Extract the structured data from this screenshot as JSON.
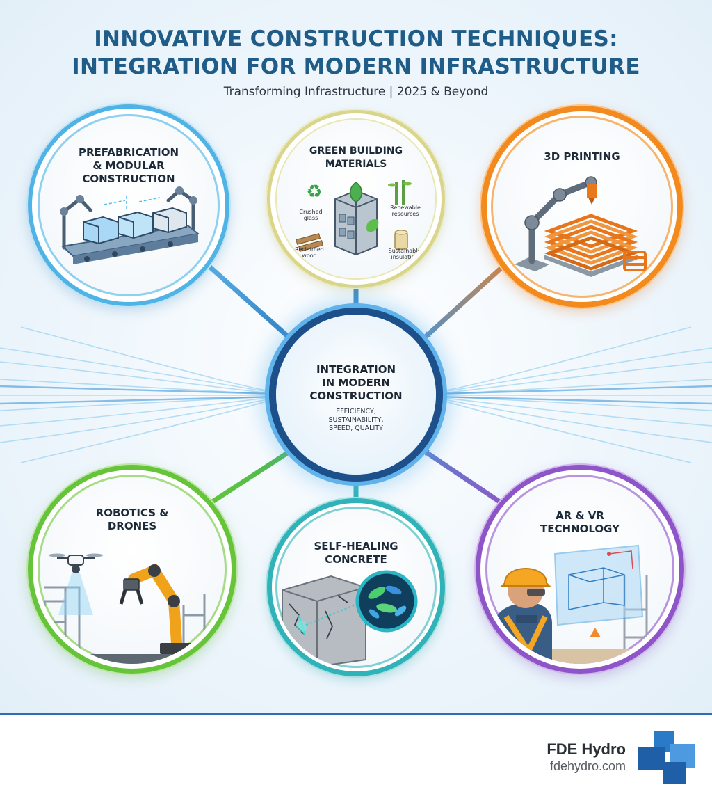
{
  "header": {
    "title_line1": "INNOVATIVE CONSTRUCTION TECHNIQUES:",
    "title_line2": "INTEGRATION FOR MODERN INFRASTRUCTURE",
    "subtitle": "Transforming Infrastructure | 2025 & Beyond"
  },
  "hub": {
    "title": "INTEGRATION\nIN MODERN\nCONSTRUCTION",
    "subtitle": "EFFICIENCY,\nSUSTAINABILITY,\nSPEED, QUALITY"
  },
  "nodes": [
    {
      "id": "prefab",
      "label": "PREFABRICATION\n& MODULAR\nCONSTRUCTION",
      "color": "#4fb3e6",
      "icon": "modular-assembly-icon"
    },
    {
      "id": "green",
      "label": "GREEN BUILDING\nMATERIALS",
      "color": "#d9d68c",
      "icon": "eco-building-icon",
      "items": [
        "Crushed\nglass",
        "Renewable\nresources",
        "Reclaimed\nwood",
        "Sustainable\ninsulation"
      ]
    },
    {
      "id": "printing",
      "label": "3D PRINTING",
      "color": "#f28a1e",
      "icon": "3d-printer-robot-icon"
    },
    {
      "id": "robotics",
      "label": "ROBOTICS &\nDRONES",
      "color": "#66c43a",
      "icon": "drone-robot-arm-icon"
    },
    {
      "id": "concrete",
      "label": "SELF-HEALING\nCONCRETE",
      "color": "#2fb3b8",
      "icon": "bacteria-concrete-icon"
    },
    {
      "id": "arvr",
      "label": "AR & VR\nTECHNOLOGY",
      "color": "#8e55c9",
      "icon": "ar-worker-icon"
    }
  ],
  "brand": {
    "name": "FDE Hydro",
    "url": "fdehydro.com",
    "colors": [
      "#2a7ac8",
      "#1f5fa8",
      "#4d9ae0"
    ]
  }
}
